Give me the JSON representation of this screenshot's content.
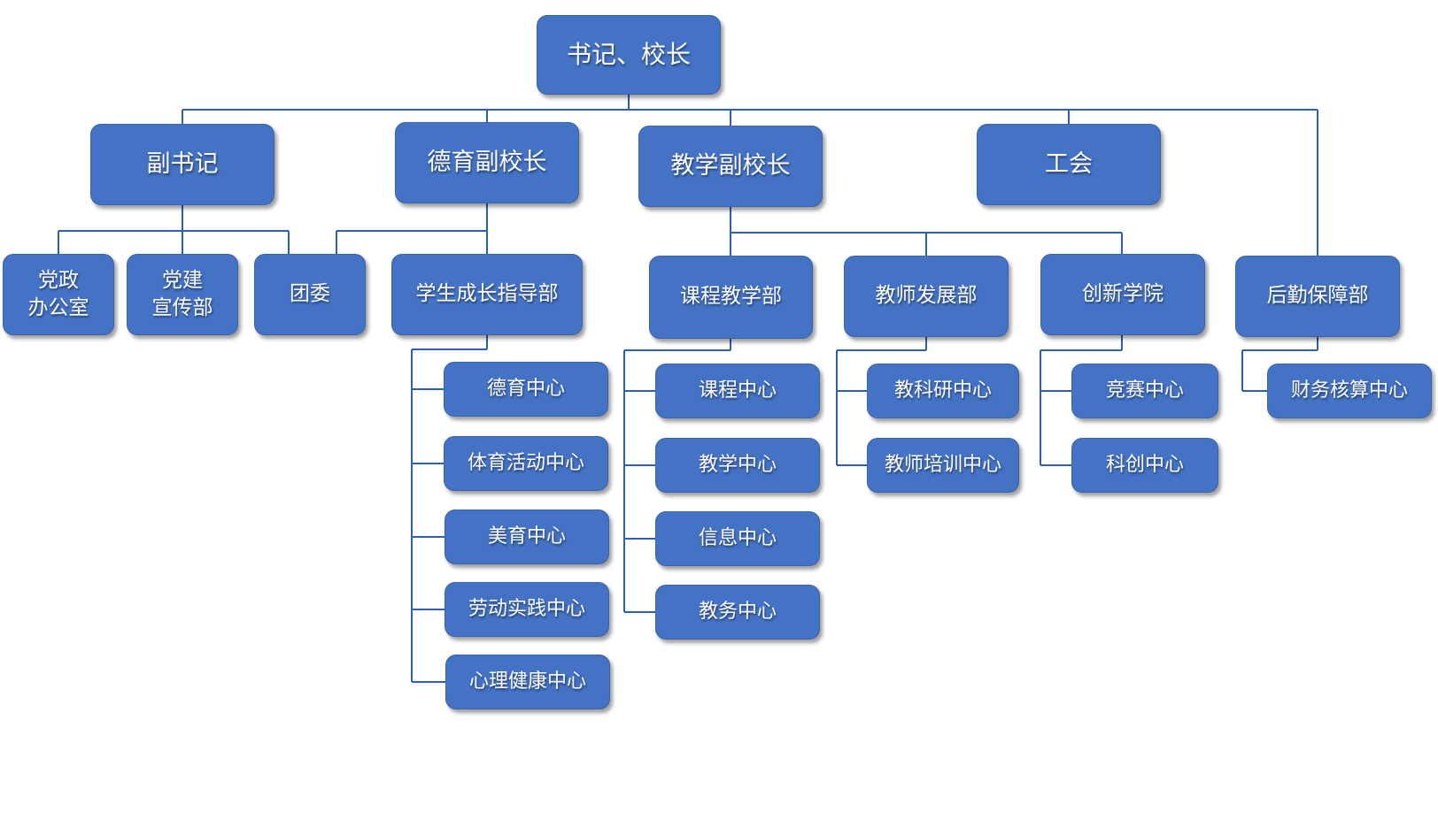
{
  "chart": {
    "root": "书记、校长",
    "party_deputy": "副书记",
    "moral_vp": "德育副校长",
    "teaching_vp": "教学副校长",
    "union": "工会",
    "party_office": "党政\n办公室",
    "party_propaganda": "党建\n宣传部",
    "youth_league": "团委",
    "student_growth": "学生成长指导部",
    "curriculum_dept": "课程教学部",
    "teacher_dev": "教师发展部",
    "innovation_college": "创新学院",
    "logistics": "后勤保障部",
    "moral_center": "德育中心",
    "sports_center": "体育活动中心",
    "arts_center": "美育中心",
    "labor_center": "劳动实践中心",
    "mental_center": "心理健康中心",
    "course_center": "课程中心",
    "teaching_center": "教学中心",
    "info_center": "信息中心",
    "affairs_center": "教务中心",
    "research_center": "教科研中心",
    "training_center": "教师培训中心",
    "contest_center": "竞赛中心",
    "scitech_center": "科创中心",
    "finance_center": "财务核算中心"
  }
}
